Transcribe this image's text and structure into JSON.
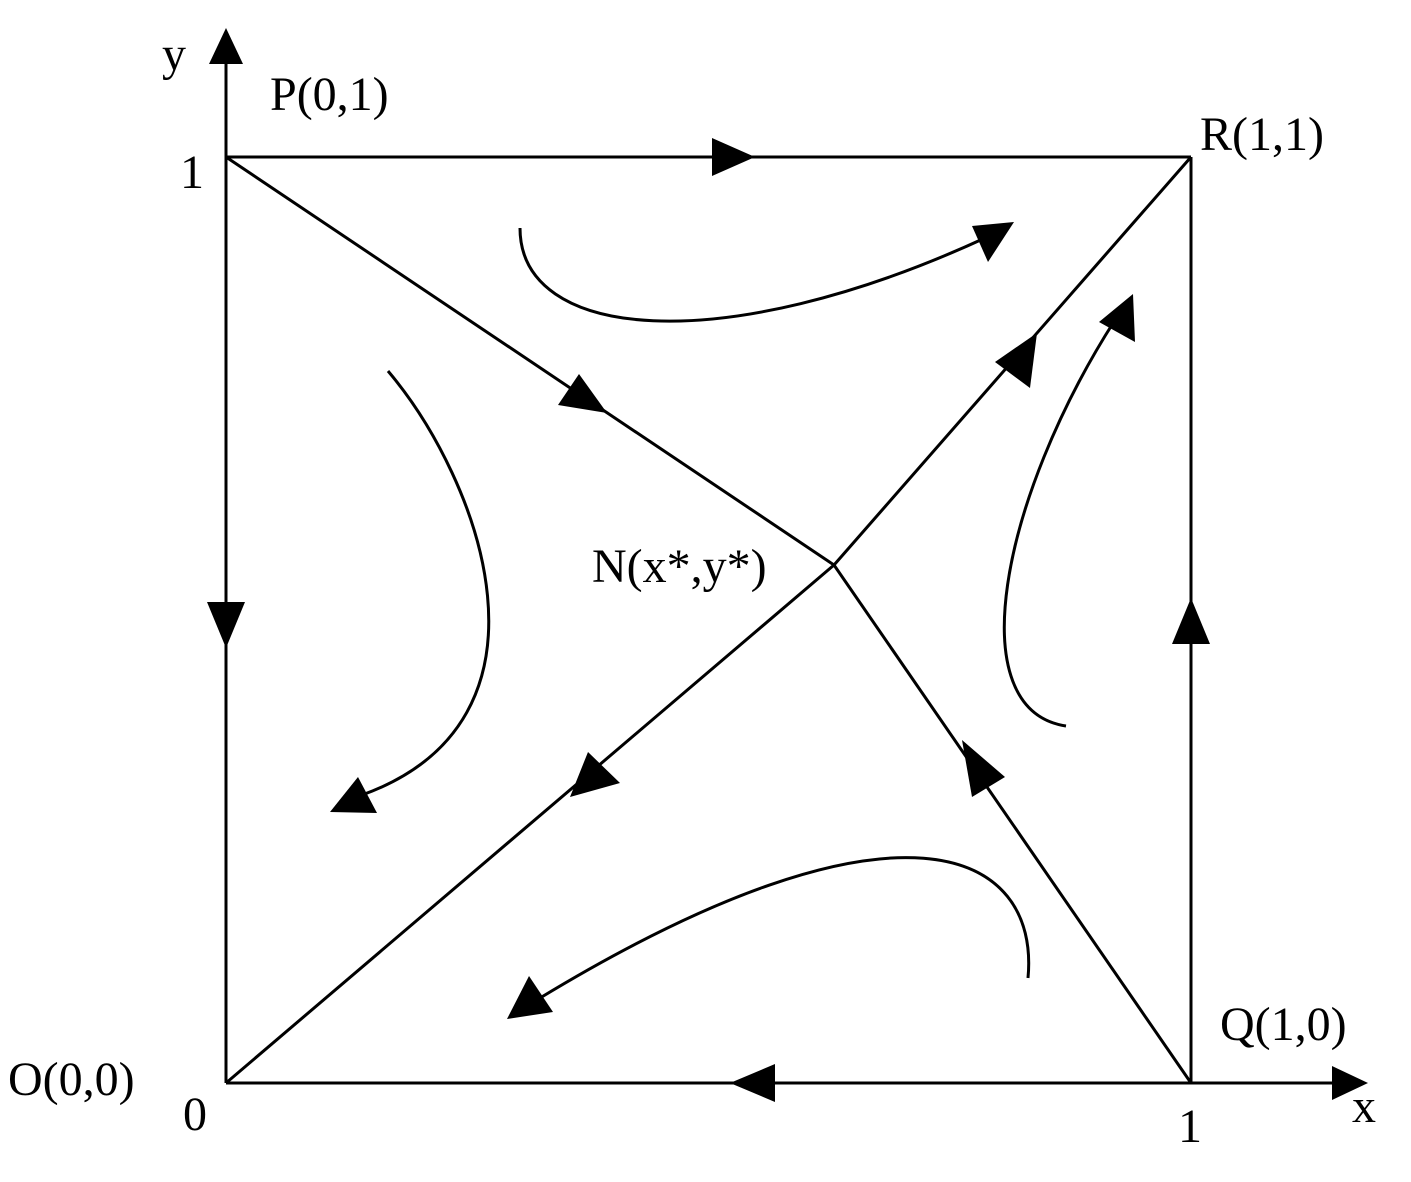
{
  "axes": {
    "x_label": "x",
    "y_label": "y",
    "origin_tick": "0",
    "x_tick": "1",
    "y_tick": "1"
  },
  "points": {
    "O": "O(0,0)",
    "P": "P(0,1)",
    "Q": "Q(1,0)",
    "R": "R(1,1)",
    "N": "N(x*,y*)"
  },
  "colors": {
    "ink": "#000000",
    "background": "#ffffff"
  }
}
